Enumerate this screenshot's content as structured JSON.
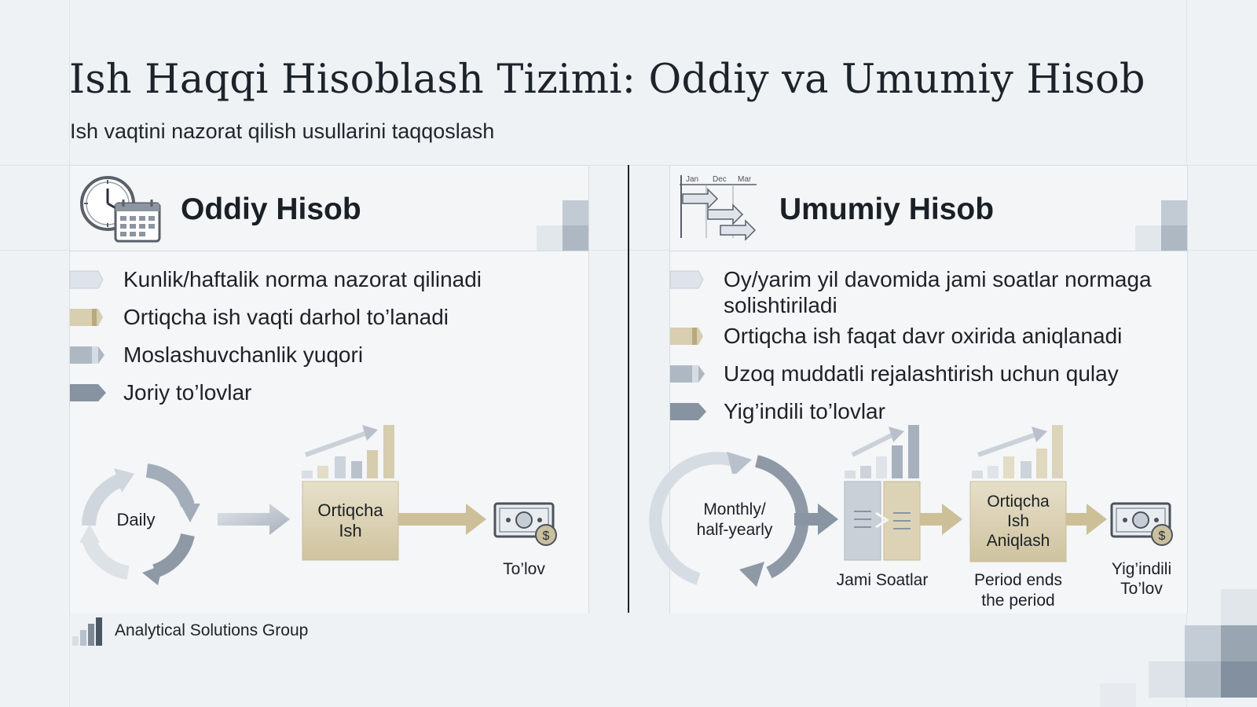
{
  "header": {
    "title": "Ish Haqqi Hisoblash Tizimi: Oddiy va Umumiy Hisob",
    "subtitle": "Ish vaqtini nazorat qilish usullarini taqqoslash"
  },
  "left_panel": {
    "title": "Oddiy Hisob",
    "icon": "clock-calendar-icon",
    "bullets": [
      "Kunlik/haftalik norma nazorat qilinadi",
      "Ortiqcha ish vaqti darhol to’lanadi",
      "Moslashuvchanlik yuqori",
      "Joriy to’lovlar"
    ],
    "diagram": {
      "cycle_label": "Daily",
      "box_label_line1": "Ortiqcha",
      "box_label_line2": "Ish",
      "payment_label": "To’lov"
    }
  },
  "right_panel": {
    "title": "Umumiy Hisob",
    "icon": "gantt-chart-icon",
    "gantt_months": [
      "Jan",
      "Dec",
      "Mar"
    ],
    "bullets": [
      "Oy/yarim yil davomida jami soatlar normaga solishtiriladi",
      "Ortiqcha ish faqat davr oxirida aniqlanadi",
      "Uzoq muddatli rejalashtirish uchun qulay",
      "Yig’indili to’lovlar"
    ],
    "diagram": {
      "cycle_label_line1": "Monthly/",
      "cycle_label_line2": "half-yearly",
      "total_hours_label": "Jami Soatlar",
      "box_label_line1": "Ortiqcha",
      "box_label_line2": "Ish",
      "box_label_line3": "Aniqlash",
      "period_label_line1": "Period ends",
      "period_label_line2": "the period",
      "payment_label_line1": "Yig’indili",
      "payment_label_line2": "To’lov"
    }
  },
  "footer": {
    "org": "Analytical Solutions Group",
    "icon": "bar-logo-icon"
  },
  "colors": {
    "background": "#eef2f5",
    "tan": "#d6cdae",
    "tan_dark": "#b5a57a",
    "steel": "#aab4c0",
    "steel_dark": "#8894a3",
    "text": "#1b2026"
  }
}
